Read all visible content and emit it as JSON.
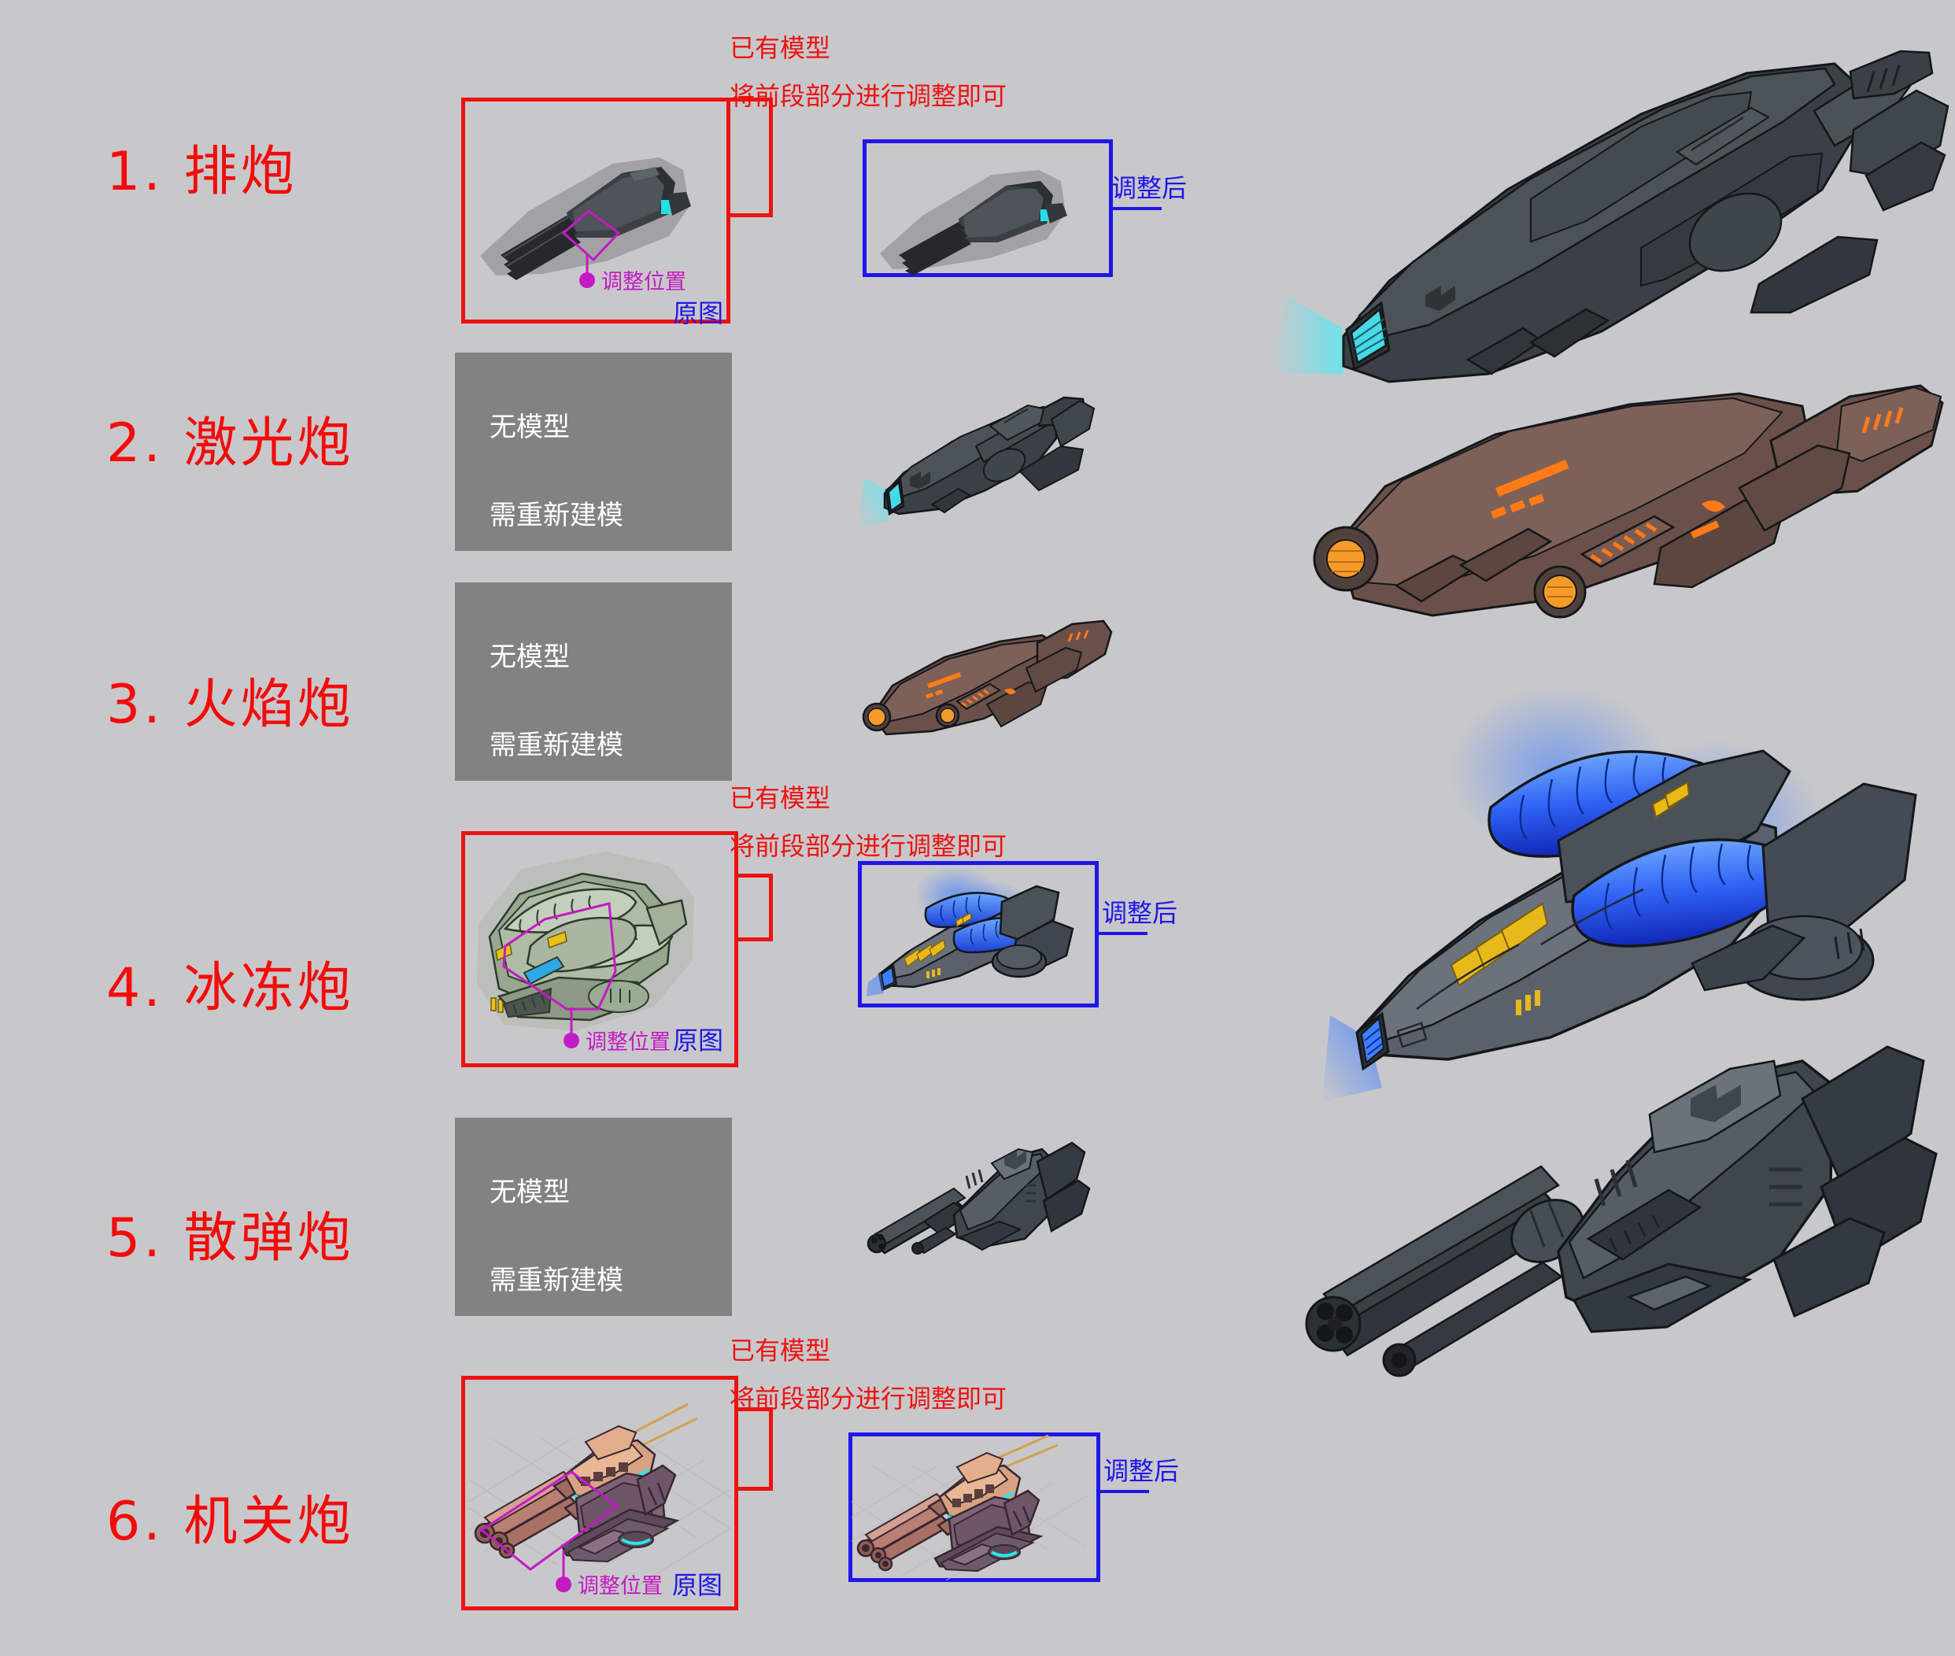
{
  "page": {
    "background_color": "#c8c8cb",
    "title_color": "#f40b0b",
    "annotation_color": "#ef1212",
    "after_color": "#1f16e8",
    "adjust_color": "#c41ac4",
    "placeholder_bg": "#828282"
  },
  "common": {
    "has_model_line1": "已有模型",
    "has_model_line2": "将前段部分进行调整即可",
    "no_model_line1": "无模型",
    "no_model_line2": "需重新建模",
    "original_label": "原图",
    "after_label": "调整后",
    "adjust_position_label": "调整位置"
  },
  "rows": [
    {
      "index": "1.",
      "name": "排炮",
      "label": "1. 排炮",
      "status": "has_model",
      "has_original_box": true,
      "has_after_box": true
    },
    {
      "index": "2.",
      "name": "激光炮",
      "label": "2. 激光炮",
      "status": "no_model",
      "has_original_box": false,
      "has_after_box": false
    },
    {
      "index": "3.",
      "name": "火焰炮",
      "label": "3. 火焰炮",
      "status": "no_model",
      "has_original_box": false,
      "has_after_box": false
    },
    {
      "index": "4.",
      "name": "冰冻炮",
      "label": "4. 冰冻炮",
      "status": "has_model",
      "has_original_box": true,
      "has_after_box": true
    },
    {
      "index": "5.",
      "name": "散弹炮",
      "label": "5. 散弹炮",
      "status": "no_model",
      "has_original_box": false,
      "has_after_box": false
    },
    {
      "index": "6.",
      "name": "机关炮",
      "label": "6. 机关炮",
      "status": "has_model",
      "has_original_box": true,
      "has_after_box": true
    }
  ],
  "concepts": [
    {
      "for_row": "1. 排炮",
      "accent": "#4fd8e8",
      "body": "#3d4449"
    },
    {
      "for_row": "3. 火焰炮",
      "accent": "#ff7a18",
      "body": "#6b5049"
    },
    {
      "for_row": "4. 冰冻炮",
      "accent": "#2a5cf5",
      "body": "#5a616b"
    },
    {
      "for_row": "5. 散弹炮",
      "accent": "#8d9197",
      "body": "#4a5055"
    }
  ]
}
